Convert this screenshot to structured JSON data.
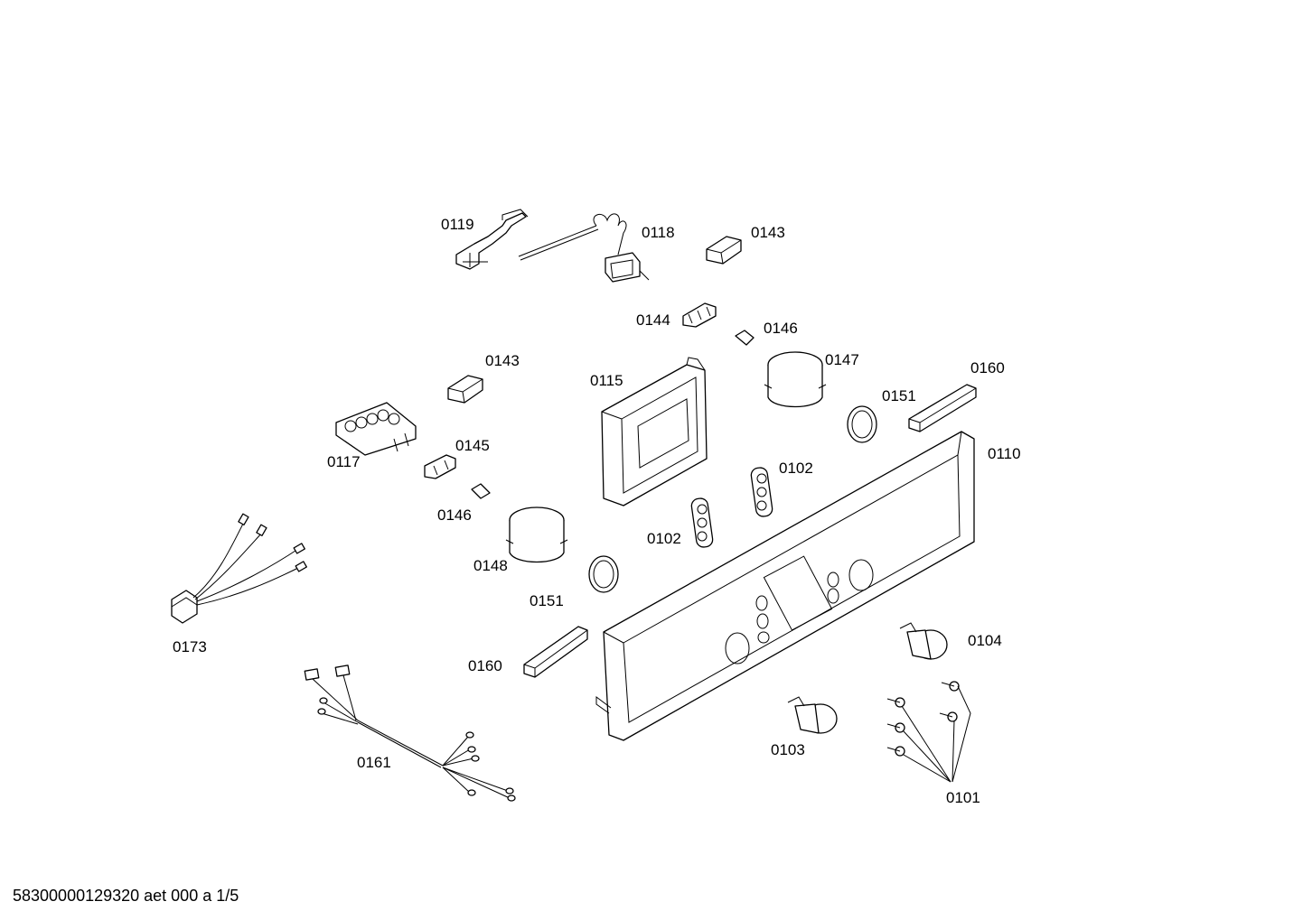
{
  "labels": {
    "p0119": "0119",
    "p0118": "0118",
    "p0143a": "0143",
    "p0144": "0144",
    "p0146a": "0146",
    "p0143b": "0143",
    "p0115": "0115",
    "p0147": "0147",
    "p0160a": "0160",
    "p0151a": "0151",
    "p0110": "0110",
    "p0117": "0117",
    "p0145": "0145",
    "p0102a": "0102",
    "p0146b": "0146",
    "p0102b": "0102",
    "p0148": "0148",
    "p0151b": "0151",
    "p0173": "0173",
    "p0160b": "0160",
    "p0104": "0104",
    "p0103": "0103",
    "p0161": "0161",
    "p0101": "0101"
  },
  "footer": "58300000129320 aet 000 a 1/5"
}
